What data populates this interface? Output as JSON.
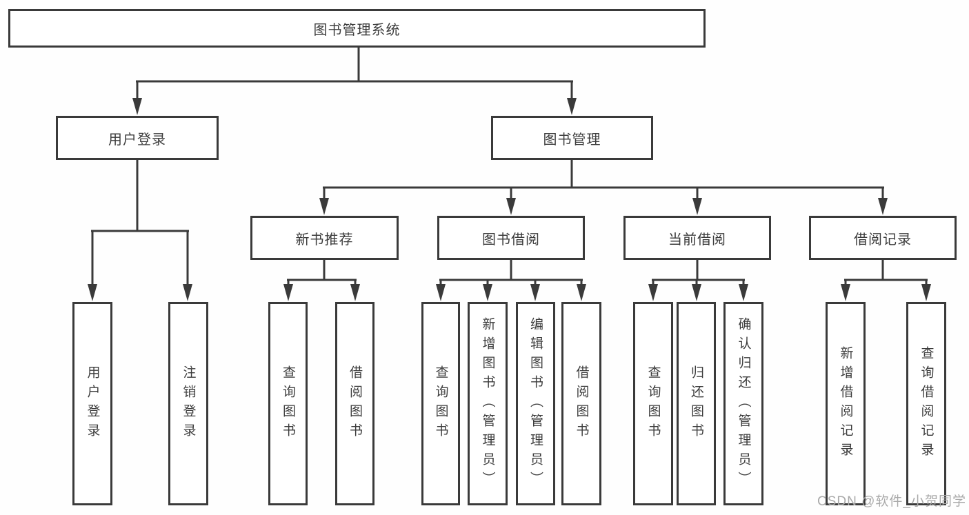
{
  "diagram": {
    "tree": {
      "root": {
        "label": "图书管理系统"
      },
      "user_login": {
        "label": "用户登录",
        "children": {
          "user_login_fn": {
            "label": "用户登录"
          },
          "logout_fn": {
            "label": "注销登录"
          }
        }
      },
      "book_management": {
        "label": "图书管理",
        "children": {
          "new_book_recommend": {
            "label": "新书推荐",
            "children": {
              "query_books": {
                "label": "查询图书"
              },
              "borrow_books": {
                "label": "借阅图书"
              }
            }
          },
          "book_borrowing": {
            "label": "图书借阅",
            "children": {
              "query_books": {
                "label": "查询图书"
              },
              "add_books": {
                "label": "新增图书（管理员）"
              },
              "edit_books": {
                "label": "编辑图书（管理员）"
              },
              "borrow_books": {
                "label": "借阅图书"
              }
            }
          },
          "current_borrowing": {
            "label": "当前借阅",
            "children": {
              "query_books": {
                "label": "查询图书"
              },
              "return_books": {
                "label": "归还图书"
              },
              "confirm_return": {
                "label": "确认归还（管理员）"
              }
            }
          },
          "borrowing_records": {
            "label": "借阅记录",
            "children": {
              "add_record": {
                "label": "新增借阅记录"
              },
              "query_record": {
                "label": "查询借阅记录"
              }
            }
          }
        }
      }
    }
  },
  "watermark": {
    "text": "CSDN @软件_小贺同学"
  },
  "colors": {
    "line": "#3a3a3a",
    "text": "#3c3c3c",
    "watermark": "#a9a9a9",
    "background": "#fefefe"
  }
}
